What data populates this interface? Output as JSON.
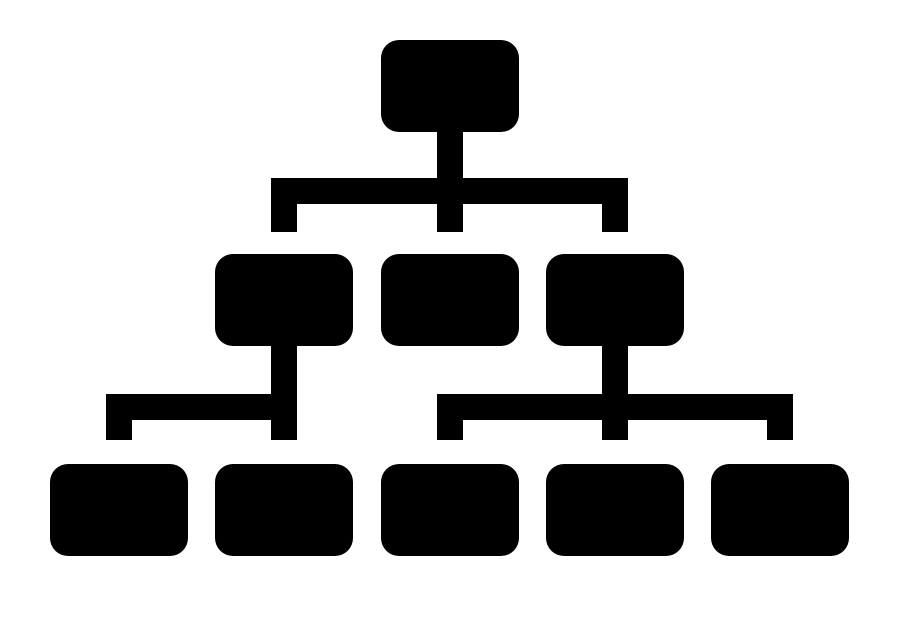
{
  "icon": {
    "name": "hierarchy-org-chart-icon",
    "shape": "three-level tree",
    "levels": [
      1,
      3,
      5
    ],
    "fill_color": "#000000",
    "background_color": "#ffffff"
  },
  "tree": {
    "root": {
      "id": "root",
      "children": [
        {
          "id": "level2-left",
          "children": [
            {
              "id": "level3-1"
            },
            {
              "id": "level3-2"
            }
          ]
        },
        {
          "id": "level2-middle",
          "children": []
        },
        {
          "id": "level2-right",
          "children": [
            {
              "id": "level3-3"
            },
            {
              "id": "level3-4"
            },
            {
              "id": "level3-5"
            }
          ]
        }
      ]
    }
  }
}
